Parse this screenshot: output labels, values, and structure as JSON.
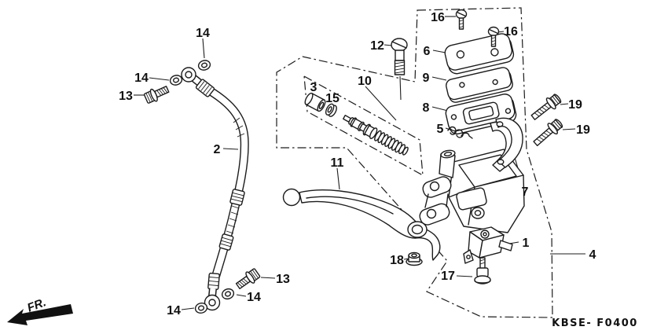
{
  "page": {
    "background_color": "#ffffff",
    "ink_color": "#1c1c1c"
  },
  "diagram": {
    "drawing_code": "KBSE- F0400",
    "front_label": "FR.",
    "callouts": [
      {
        "label": "16"
      },
      {
        "label": "16"
      },
      {
        "label": "12"
      },
      {
        "label": "6"
      },
      {
        "label": "9"
      },
      {
        "label": "8"
      },
      {
        "label": "5"
      },
      {
        "label": "19"
      },
      {
        "label": "19"
      },
      {
        "label": "14"
      },
      {
        "label": "14"
      },
      {
        "label": "13"
      },
      {
        "label": "2"
      },
      {
        "label": "3"
      },
      {
        "label": "15"
      },
      {
        "label": "10"
      },
      {
        "label": "11"
      },
      {
        "label": "7"
      },
      {
        "label": "4"
      },
      {
        "label": "1"
      },
      {
        "label": "18"
      },
      {
        "label": "17"
      },
      {
        "label": "13"
      },
      {
        "label": "14"
      },
      {
        "label": "14"
      }
    ]
  }
}
